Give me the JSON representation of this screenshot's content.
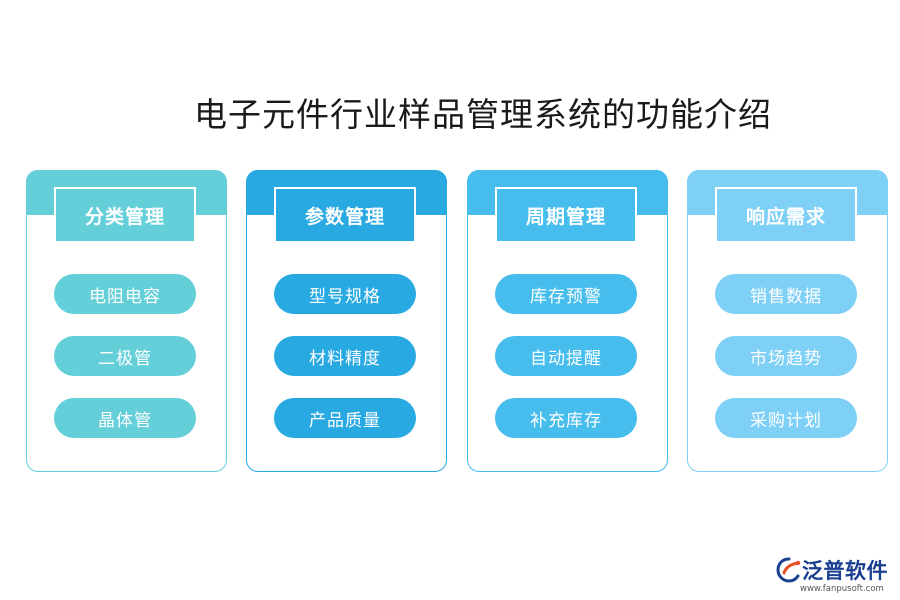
{
  "title": "电子元件行业样品管理系统的功能介绍",
  "colors": {
    "card1": "#64cfd9",
    "card2": "#29a9e1",
    "card3": "#46bdec",
    "card4": "#7fd0f6",
    "logo": "#1b3f8f"
  },
  "cards": [
    {
      "header": "分类管理",
      "items": [
        "电阻电容",
        "二极管",
        "晶体管"
      ]
    },
    {
      "header": "参数管理",
      "items": [
        "型号规格",
        "材料精度",
        "产品质量"
      ]
    },
    {
      "header": "周期管理",
      "items": [
        "库存预警",
        "自动提醒",
        "补充库存"
      ]
    },
    {
      "header": "响应需求",
      "items": [
        "销售数据",
        "市场趋势",
        "采购计划"
      ]
    }
  ],
  "logo": {
    "name": "泛普软件",
    "url": "www.fanpusoft.com",
    "icon": "fanpu-logo-icon"
  }
}
